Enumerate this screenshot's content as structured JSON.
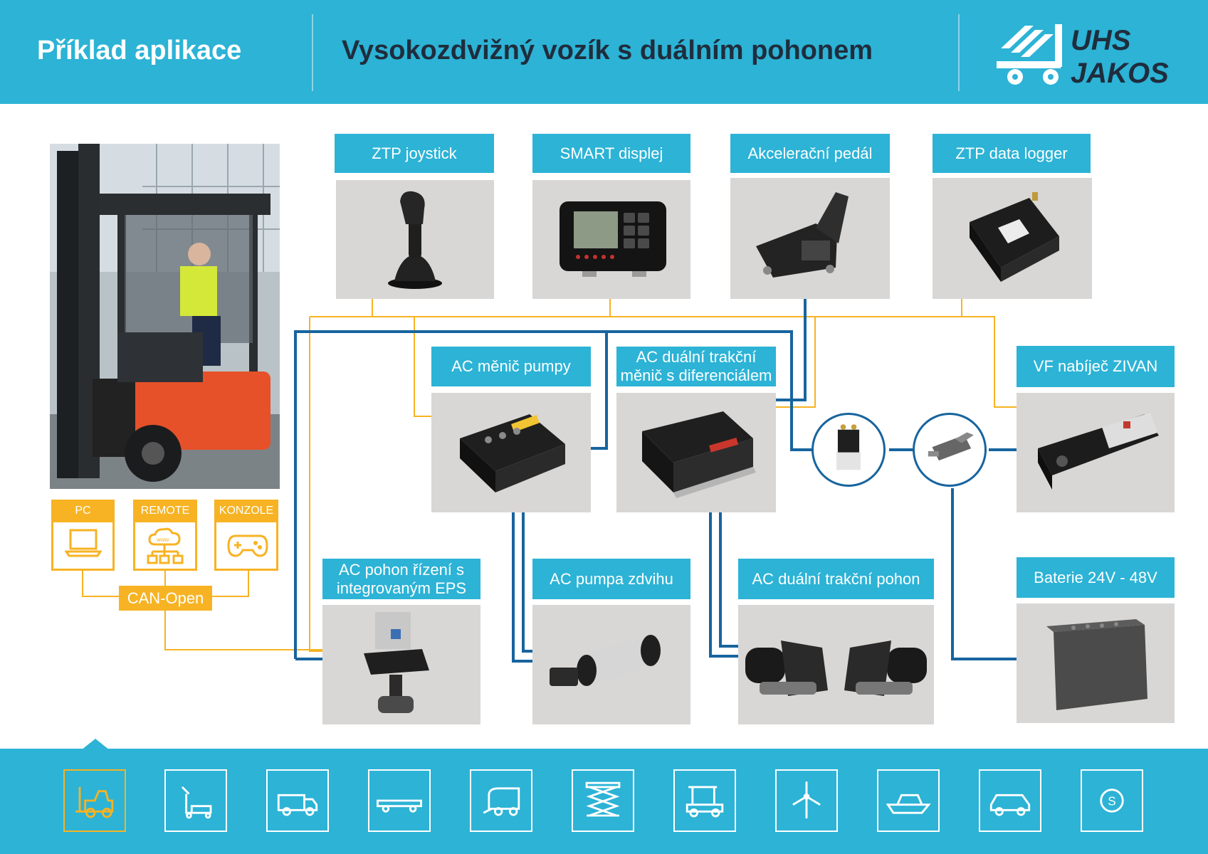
{
  "header": {
    "left_title": "Příklad aplikace",
    "main_title": "Vysokozdvižný vozík s duálním pohonem",
    "logo_top": "UHS",
    "logo_bottom": "JAKOS"
  },
  "components": {
    "joystick": "ZTP joystick",
    "display": "SMART displej",
    "pedal": "Akcelerační pedál",
    "logger": "ZTP data logger",
    "pump_inverter": "AC měnič pumpy",
    "dual_inverter_1": "AC duální trakční",
    "dual_inverter_2": "měnič s diferenciálem",
    "charger": "VF nabíječ ZIVAN",
    "steering_1": "AC pohon řízení s",
    "steering_2": "integrovaným EPS",
    "lift_pump": "AC pumpa zdvihu",
    "dual_drive": "AC duální trakční pohon",
    "battery": "Baterie 24V - 48V"
  },
  "control": {
    "pc": "PC",
    "remote": "REMOTE",
    "console": "KONZOLE",
    "can": "CAN-Open",
    "www": "www"
  },
  "colors": {
    "header": "#2cb3d6",
    "signal_line": "#f7b323",
    "power_line": "#17649e",
    "image_bg": "#d9d7d5"
  },
  "footer_apps": [
    "forklift-icon",
    "pallet-truck-icon",
    "truck-icon",
    "platform-cart-icon",
    "sweeper-icon",
    "scissor-lift-icon",
    "golf-cart-icon",
    "wind-turbine-icon",
    "boat-icon",
    "car-icon",
    "more-icon"
  ],
  "footer_more_glyph": "S"
}
